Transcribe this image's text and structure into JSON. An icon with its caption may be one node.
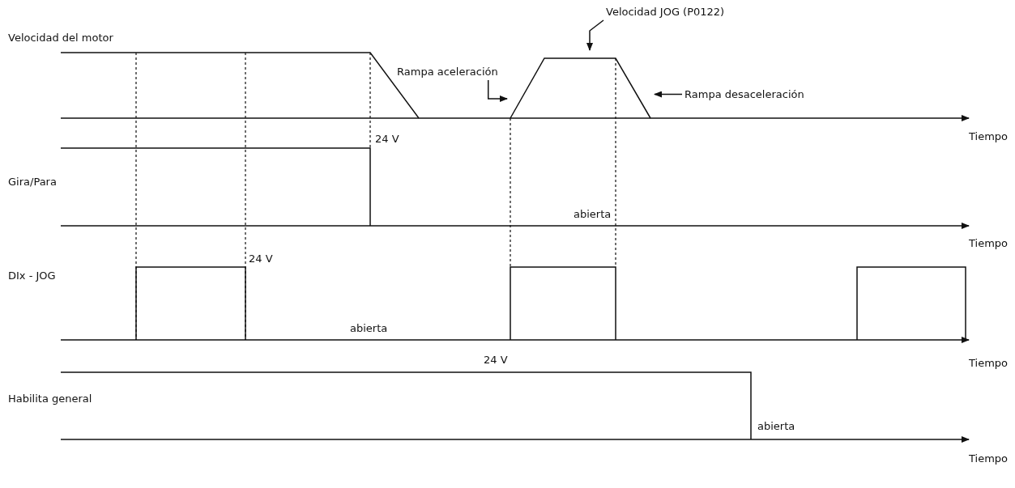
{
  "diagram": {
    "nodes": [
      {
        "text": [
          "Velocidad JOG (P0122)"
        ]
      },
      {
        "text": [
          "Rampa aceleración"
        ]
      },
      {
        "text": [
          "Rampa desaceleración"
        ]
      }
    ],
    "edges": [
      {
        "from": 0,
        "to": null,
        "arrow": "to"
      },
      {
        "from": 1,
        "to": null,
        "arrow": "to"
      },
      {
        "from": 2,
        "to": null,
        "arrow": "to"
      }
    ],
    "labels": [
      "Velocidad del motor",
      "Tiempo",
      "24 V",
      "Gira/Para",
      "abierta",
      "Tiempo",
      "24 V",
      "DIx - JOG",
      "abierta",
      "24 V",
      "Tiempo",
      "Habilita general",
      "abierta",
      "Tiempo"
    ]
  }
}
